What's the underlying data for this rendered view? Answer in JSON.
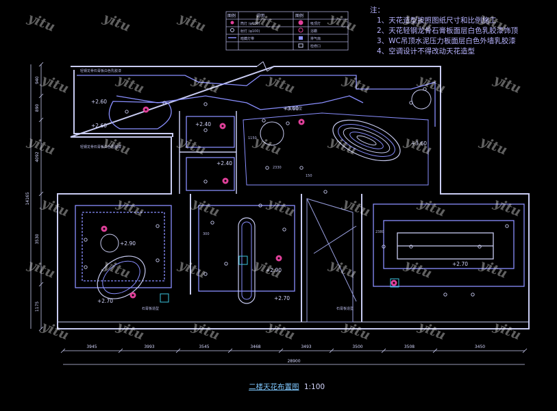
{
  "notes": {
    "heading": "注：",
    "items": [
      "1、天花造型按照图纸尺寸和比例施工",
      "2、天花轻钢龙骨石膏板面层白色乳胶漆饰顶",
      "3、WC吊顶水泥压力板面层白色外墙乳胶漆",
      "4、空调设计不得改动天花造型"
    ]
  },
  "legend": {
    "col_headers": [
      "图例",
      "说明",
      "图例"
    ],
    "rows": [
      {
        "left": "筒灯 (φ100)",
        "right": "吸顶灯"
      },
      {
        "left": "射灯 (φ100)",
        "right": "浴霸"
      },
      {
        "left": "暗藏灯带",
        "right": "排气扇"
      },
      {
        "left": "",
        "right": "检修口"
      }
    ]
  },
  "drawing_title": {
    "text": "二楼天花布置图",
    "scale": "1:100"
  },
  "dimensions": {
    "bottom_segments": [
      "3945",
      "3993",
      "3545",
      "3468",
      "3493",
      "3500",
      "3508",
      "3450"
    ],
    "bottom_total": "28900",
    "left_segments": [
      "1175",
      "3530",
      "4092",
      "890",
      "940"
    ],
    "left_total": "14165"
  },
  "level_marks": [
    "+2.60",
    "+2.60",
    "+3.00",
    "+2.40",
    "+2.40",
    "+3.60",
    "+2.90",
    "+2.70",
    "+2.90",
    "+2.70",
    "+2.70"
  ],
  "annotations": [
    "轻钢龙骨石膏板白色乳胶漆",
    "轻钢龙骨石膏板白色乳胶漆",
    "石膏板造型",
    "石膏板造型",
    "石膏板造型"
  ],
  "inner_dims": [
    "1150",
    "2330",
    "150",
    "300",
    "2380"
  ],
  "watermark": "yitu",
  "colors": {
    "bg": "#000000",
    "wall": "#c9ccf2",
    "strip": "#8a8fff",
    "light": "#e0409a",
    "cyan": "#3cc6e0"
  }
}
